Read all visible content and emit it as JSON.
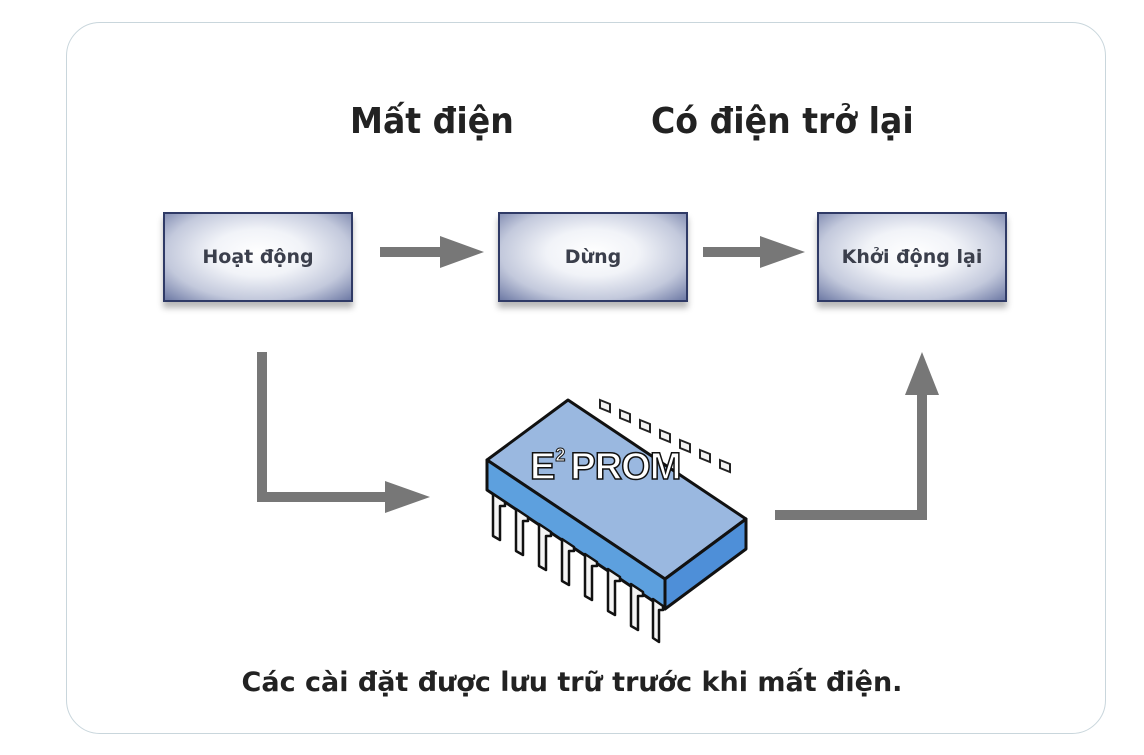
{
  "diagram": {
    "headings": {
      "power_loss": "Mất điện",
      "power_restored": "Có điện trở lại"
    },
    "states": [
      {
        "label": "Hoạt động"
      },
      {
        "label": "Dừng"
      },
      {
        "label": "Khởi động lại"
      }
    ],
    "memory_chip": {
      "label_base": "E",
      "label_superscript": "2",
      "label_rest": "PROM"
    },
    "caption": "Các cài đặt được lưu trữ trước khi mất điện."
  },
  "colors": {
    "arrow": "#777777",
    "chip_top": "#9ab8e0",
    "chip_side": "#4e8fd8",
    "box_border": "#2f3a66"
  }
}
